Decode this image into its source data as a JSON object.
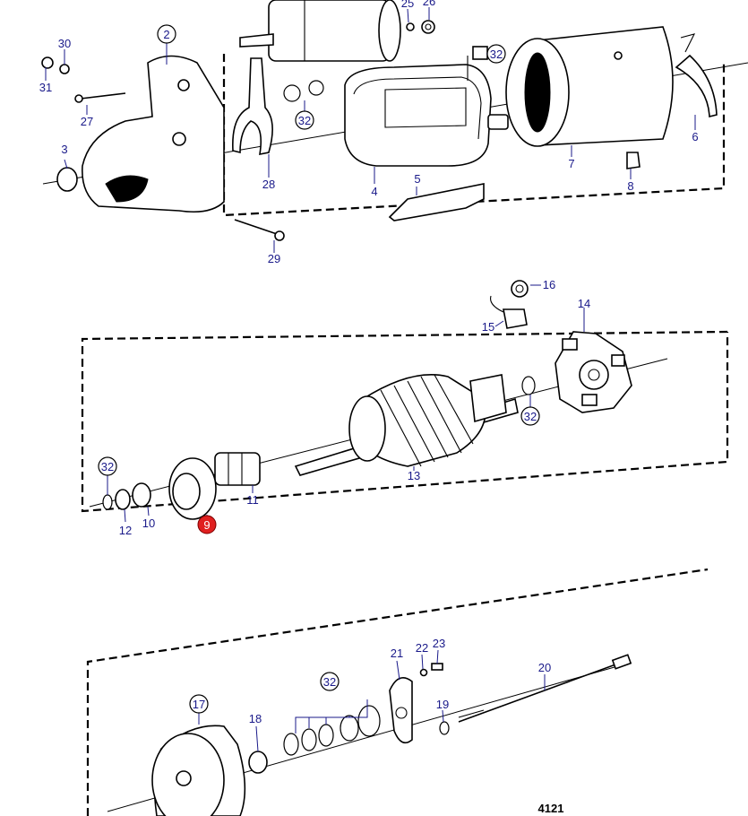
{
  "labels": {
    "p2": "2",
    "p3": "3",
    "p4": "4",
    "p5": "5",
    "p6": "6",
    "p7": "7",
    "p8": "8",
    "p9": "9",
    "p10": "10",
    "p11": "11",
    "p12": "12",
    "p13": "13",
    "p14": "14",
    "p15": "15",
    "p16": "16",
    "p17": "17",
    "p18": "18",
    "p19": "19",
    "p20": "20",
    "p21": "21",
    "p22": "22",
    "p23": "23",
    "p25": "25",
    "p26": "26",
    "p27": "27",
    "p28": "28",
    "p29": "29",
    "p30": "30",
    "p31": "31",
    "p32": "32"
  },
  "drawing_number": "4121",
  "highlight": {
    "part": "9",
    "color": "#e02020"
  },
  "colors": {
    "label_text": "#1a1a8a",
    "line": "#000000"
  }
}
